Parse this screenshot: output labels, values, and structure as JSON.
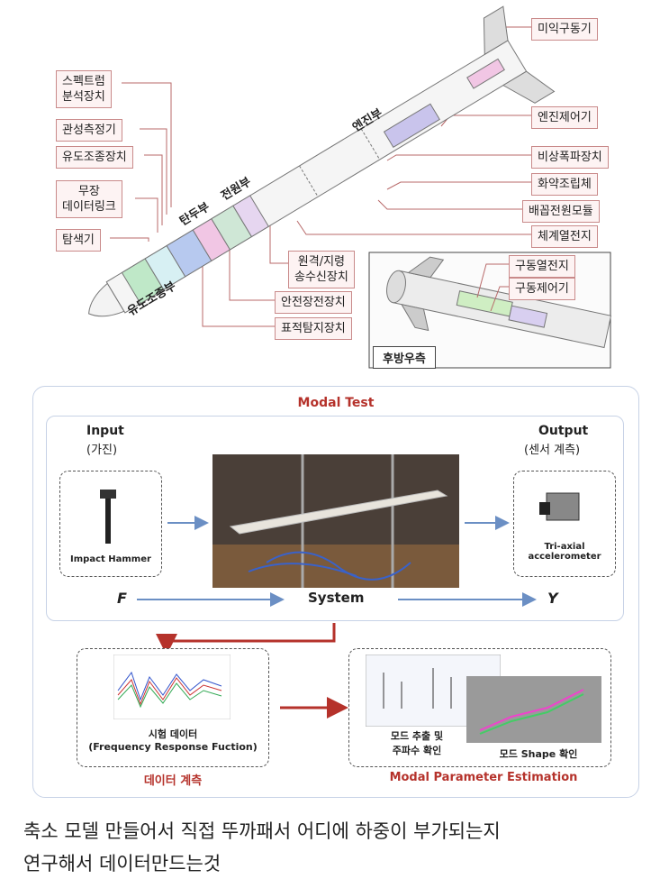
{
  "missile": {
    "left_labels": [
      "스펙트럼\n분석장치",
      "관성측정기",
      "유도조종장치",
      "무장\n데이터링크",
      "탐색기"
    ],
    "right_labels": [
      "미익구동기",
      "엔진제어기",
      "비상폭파장치",
      "화약조립체",
      "배꼽전원모듈",
      "체계열전지"
    ],
    "bottom_labels": [
      "원격/지령\n송수신장치",
      "안전장전장치",
      "표적탐지장치"
    ],
    "section_labels": {
      "engine": "엔진부",
      "warhead": "탄두부",
      "power": "전원부",
      "guidance": "유도조종부"
    },
    "inset": {
      "title": "후방우측",
      "labels": [
        "구동열전지",
        "구동제어기"
      ]
    }
  },
  "modal": {
    "title": "Modal Test",
    "input_title": "Input",
    "input_sub": "(가진)",
    "output_title": "Output",
    "output_sub": "(센서 계측)",
    "hammer_label": "Impact Hammer",
    "accel_label": "Tri-axial\naccelerometer",
    "f_symbol": "F",
    "system_label": "System",
    "y_symbol": "Y",
    "test_data_label": "시험 데이터\n(Frequency Response Fuction)",
    "data_section": "데이터 계측",
    "mode_extract": "모드 추출 및\n주파수 확인",
    "mode_shape": "모드 Shape 확인",
    "estimation_section": "Modal Parameter Estimation"
  },
  "caption": {
    "line1": "축소 모델 만들어서 직접 뚜까패서 어디에 하중이 부가되는지",
    "line2": "연구해서 데이터만드는것"
  }
}
